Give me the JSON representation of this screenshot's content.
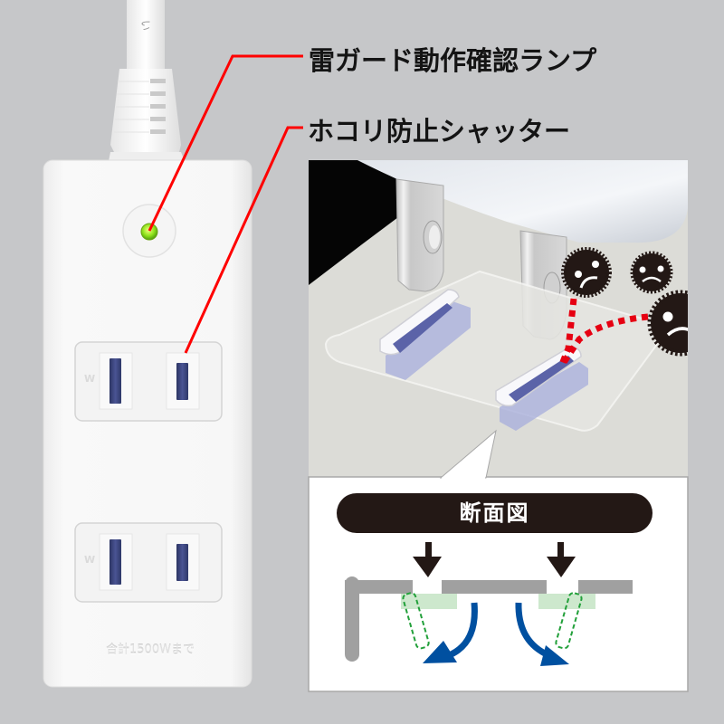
{
  "callouts": {
    "lightning_guard_lamp": "雷ガード動作確認ランプ",
    "dust_shutter": "ホコリ防止シャッター"
  },
  "power_strip": {
    "rating_text": "合計1500Wまで",
    "outlet_marks": [
      "W",
      "W"
    ],
    "outlet_count": 2,
    "led_color": "#8de21a"
  },
  "cross_section": {
    "title": "断面図"
  },
  "colors": {
    "background": "#c6c7c9",
    "leader_line": "#ff0000",
    "dust_path": "#e60012",
    "dust_ball": "#231815",
    "shutter_slot": "#5b63a8",
    "section_wall": "#a0a0a0",
    "shutter_fill": "#cde8cd",
    "shutter_outline": "#22a03a",
    "rotation_arrow": "#0050a0"
  }
}
